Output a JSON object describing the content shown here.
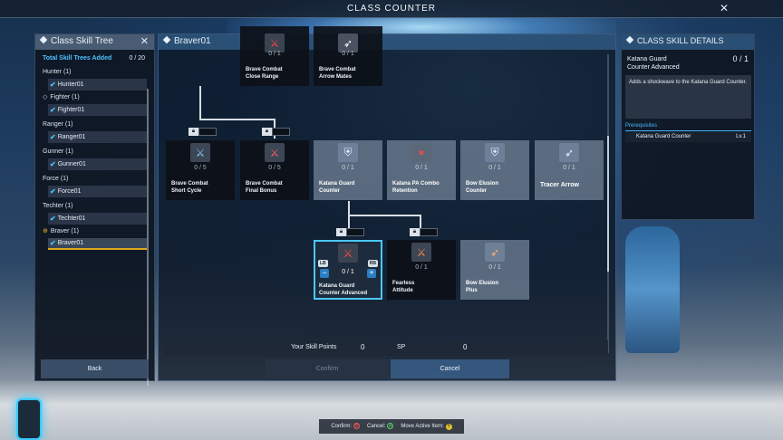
{
  "window": {
    "title": "CLASS COUNTER",
    "close_symbol": "✕"
  },
  "left_panel": {
    "title": "Class Skill Tree",
    "close_symbol": "✕",
    "total_label": "Total Skill Trees Added",
    "total_count": "0 / 20",
    "classes": [
      {
        "label": "Hunter (1)",
        "tree": "Hunter01"
      },
      {
        "label": "Fighter (1)",
        "tree": "Fighter01"
      },
      {
        "label": "Ranger (1)",
        "tree": "Ranger01"
      },
      {
        "label": "Gunner (1)",
        "tree": "Gunner01"
      },
      {
        "label": "Force (1)",
        "tree": "Force01"
      },
      {
        "label": "Techter (1)",
        "tree": "Techter01"
      },
      {
        "label": "Braver (1)",
        "tree": "Braver01"
      }
    ],
    "back_label": "Back"
  },
  "center_panel": {
    "title": "Braver01",
    "nodes": {
      "brave_combat_close_range": {
        "level": "0 / 1",
        "name_line1": "Brave Combat",
        "name_line2": "Close Range"
      },
      "brave_combat_arrow_mates": {
        "level": "0 / 1",
        "name_line1": "Brave Combat",
        "name_line2": "Arrow Mates"
      },
      "brave_combat_short_cycle": {
        "level": "0 / 5",
        "name_line1": "Brave Combat",
        "name_line2": "Short Cycle"
      },
      "brave_combat_final_bonus": {
        "level": "0 / 5",
        "name_line1": "Brave Combat",
        "name_line2": "Final Bonus"
      },
      "katana_guard_counter": {
        "level": "0 / 1",
        "name_line1": "Katana Guard",
        "name_line2": "Counter"
      },
      "katana_pa_combo_retention": {
        "level": "0 / 1",
        "name_line1": "Katana PA Combo",
        "name_line2": "Retention"
      },
      "bow_elusion_counter": {
        "level": "0 / 1",
        "name_line1": "Bow Elusion",
        "name_line2": "Counter"
      },
      "tracer_arrow": {
        "level": "0 / 1",
        "name_line1": "Tracer Arrow",
        "name_line2": ""
      },
      "katana_guard_counter_advanced": {
        "level": "0 / 1",
        "name_line1": "Katana Guard",
        "name_line2": "Counter Advanced",
        "lb": "LB",
        "rb": "RB",
        "minus": "−",
        "plus": "+"
      },
      "fearless_attitude": {
        "level": "0 / 1",
        "name_line1": "Fearless",
        "name_line2": "Attitude"
      },
      "bow_elusion_plus": {
        "level": "0 / 1",
        "name_line1": "Bow Elusion",
        "name_line2": "Plus"
      }
    },
    "skill_points_label": "Your Skill Points",
    "skill_points_value": "0",
    "sp_label": "SP",
    "sp_value": "0",
    "confirm_label": "Confirm",
    "cancel_label": "Cancel"
  },
  "right_panel": {
    "title": "CLASS SKILL DETAILS",
    "skill_name_line1": "Katana Guard",
    "skill_name_line2": "Counter Advanced",
    "skill_level": "0 / 1",
    "description": "Adds a shockwave to the Katana Guard Counter.",
    "prereq_label": "Prerequisites",
    "prereq_name": "Katana Guard Counter",
    "prereq_level": "Lv.1"
  },
  "hint_bar": {
    "confirm_label": "Confirm:",
    "confirm_button": "B",
    "cancel_label": "Cancel:",
    "cancel_button": "A",
    "move_label": "Move Active Item:",
    "move_button": "Y"
  }
}
